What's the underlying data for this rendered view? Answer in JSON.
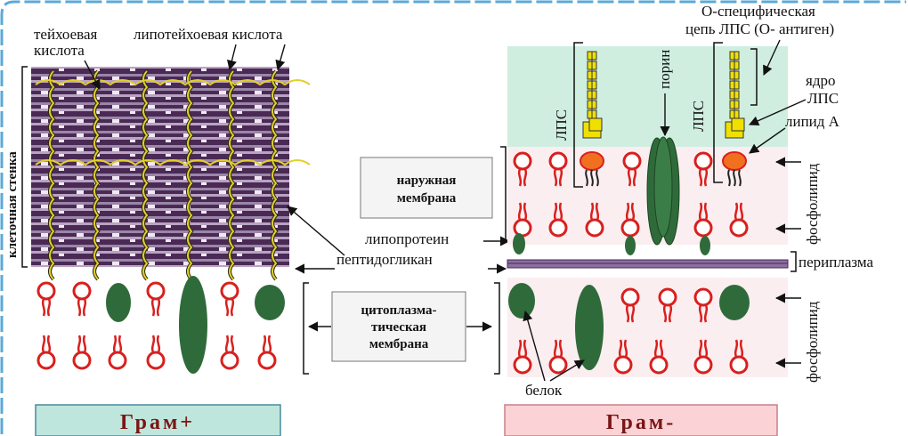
{
  "labels": {
    "teichoic": "тейхоевая",
    "acid": "кислота",
    "lipoteichoic": "липотейхоевая кислота",
    "cell_wall": "клеточная стенка",
    "outer_membrane_1": "наружная",
    "outer_membrane_2": "мембрана",
    "lipoprotein": "липопротеин",
    "peptidoglycan": "пептидогликан",
    "periplasm": "периплазма",
    "cytoplasmic_1": "цитоплазма-",
    "cytoplasmic_2": "тическая",
    "cytoplasmic_3": "мембрана",
    "protein": "белок",
    "porin": "порин",
    "lps": "ЛПС",
    "lps_right": "ЛПС",
    "o_specific_1": "О-специфическая",
    "o_specific_2": "цепь ЛПС (О- антиген)",
    "core_1": "ядро",
    "core_2": "ЛПС",
    "lipid_a": "липид А",
    "phospholipid_top": "фосфолипид",
    "phospholipid_bottom": "фосфолипид"
  },
  "panels": {
    "gram_pos": "Грам+",
    "gram_neg": "Грам-"
  },
  "colors": {
    "frame": "#5aa9d8",
    "peptidoglycan_dark": "#4a2a55",
    "peptidoglycan_light": "#9a86a8",
    "teichoic": "#e3cf2c",
    "phospholipid": "#d8201e",
    "protein": "#2f6b3a",
    "lps_sugar": "#f0e000",
    "lipid_a": "#f07020",
    "outer_bg": "#cfeee0",
    "gram_pos_bg": "#bfe6dc",
    "gram_neg_bg": "#fbd2d6"
  }
}
